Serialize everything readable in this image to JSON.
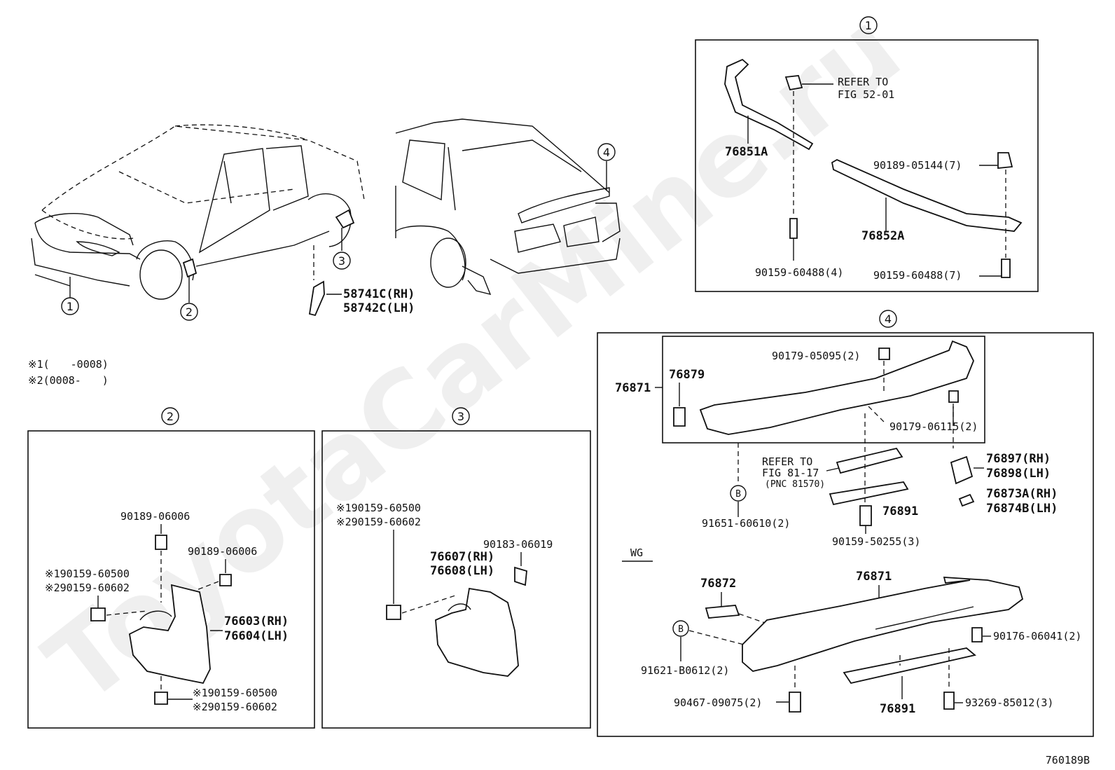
{
  "watermark": "ToyotaCarMine.ru",
  "figure_code": "760189B",
  "notes": {
    "note1": "※1(　　-0008)",
    "note2": "※2(0008-　　)"
  },
  "callouts": {
    "c1": "1",
    "c2": "2",
    "c3": "3",
    "c4": "4"
  },
  "overview": {
    "mudguard_rear_rh": "58741C(RH)",
    "mudguard_rear_lh": "58742C(LH)"
  },
  "panel1": {
    "header": "1",
    "refer_line1": "REFER TO",
    "refer_line2": "FIG 52-01",
    "p76851A": "76851A",
    "p76852A": "76852A",
    "p90189_05144": "90189-05144(7)",
    "p90159_60488_4": "90159-60488(4)",
    "p90159_60488_7": "90159-60488(7)"
  },
  "panel2": {
    "header": "2",
    "p90189_06006_a": "90189-06006",
    "p90189_06006_b": "90189-06006",
    "s1_a": "※190159-60500",
    "s2_a": "※290159-60602",
    "p76603": "76603(RH)",
    "p76604": "76604(LH)",
    "s1_b": "※190159-60500",
    "s2_b": "※290159-60602"
  },
  "panel3": {
    "header": "3",
    "s1": "※190159-60500",
    "s2": "※290159-60602",
    "p90183": "90183-06019",
    "p76607": "76607(RH)",
    "p76608": "76608(LH)"
  },
  "panel4": {
    "header": "4",
    "p76871_a": "76871",
    "p76879": "76879",
    "p90179_05095": "90179-05095(2)",
    "p90179_06115": "90179-06115(2)",
    "refer_line1": "REFER TO",
    "refer_line2": "FIG 81-17",
    "refer_line3": "(PNC 81570)",
    "p76897": "76897(RH)",
    "p76898": "76898(LH)",
    "p76873A": "76873A(RH)",
    "p76874B": "76874B(LH)",
    "p76891_a": "76891",
    "b_marker_a": "B",
    "p91651": "91651-60610(2)",
    "p90159_50255": "90159-50255(3)",
    "wg": "WG",
    "p76872": "76872",
    "p76871_b": "76871",
    "b_marker_b": "B",
    "p91621": "91621-B0612(2)",
    "p90176": "90176-06041(2)",
    "p90467": "90467-09075(2)",
    "p76891_b": "76891",
    "p93269": "93269-85012(3)"
  }
}
